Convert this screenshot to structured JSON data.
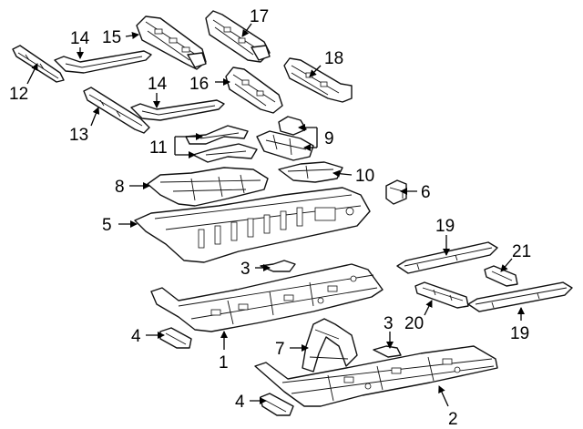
{
  "diagram": {
    "callouts": [
      {
        "id": "c1",
        "label": "1"
      },
      {
        "id": "c2",
        "label": "2"
      },
      {
        "id": "c3a",
        "label": "3"
      },
      {
        "id": "c3b",
        "label": "3"
      },
      {
        "id": "c4a",
        "label": "4"
      },
      {
        "id": "c4b",
        "label": "4"
      },
      {
        "id": "c5",
        "label": "5"
      },
      {
        "id": "c6",
        "label": "6"
      },
      {
        "id": "c7",
        "label": "7"
      },
      {
        "id": "c8",
        "label": "8"
      },
      {
        "id": "c9",
        "label": "9"
      },
      {
        "id": "c10",
        "label": "10"
      },
      {
        "id": "c11",
        "label": "11"
      },
      {
        "id": "c12",
        "label": "12"
      },
      {
        "id": "c13",
        "label": "13"
      },
      {
        "id": "c14a",
        "label": "14"
      },
      {
        "id": "c14b",
        "label": "14"
      },
      {
        "id": "c15",
        "label": "15"
      },
      {
        "id": "c16",
        "label": "16"
      },
      {
        "id": "c17",
        "label": "17"
      },
      {
        "id": "c18",
        "label": "18"
      },
      {
        "id": "c19a",
        "label": "19"
      },
      {
        "id": "c19b",
        "label": "19"
      },
      {
        "id": "c20",
        "label": "20"
      },
      {
        "id": "c21",
        "label": "21"
      }
    ]
  }
}
